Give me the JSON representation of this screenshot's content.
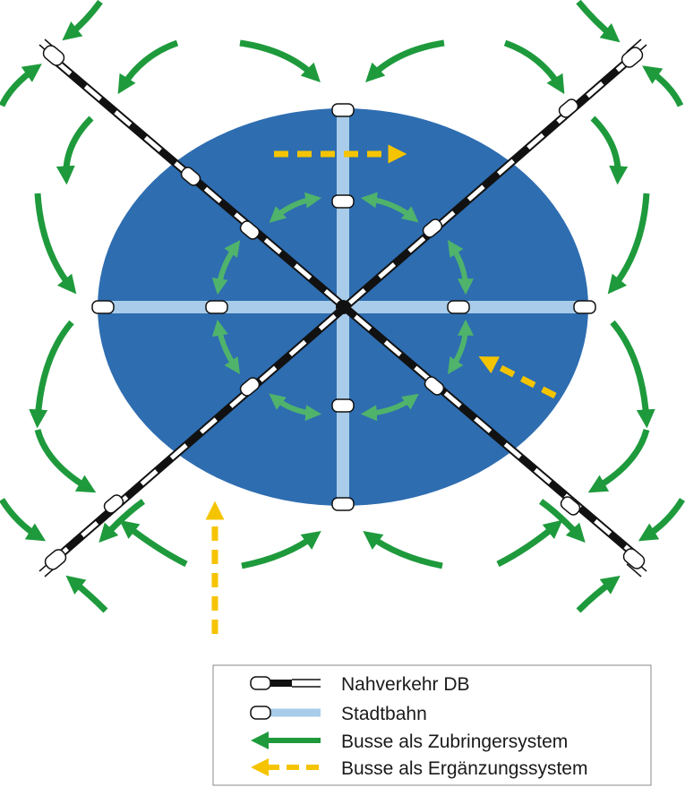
{
  "colors": {
    "city_area": "#2e6db0",
    "stadtbahn": "#a8cce9",
    "rail_dark": "#111111",
    "feeder_bus": "#1e9a3c",
    "feeder_bus_inner": "#4fb36b",
    "supplementary_bus": "#f5c400",
    "station_fill": "#ffffff"
  },
  "legend": {
    "items": [
      {
        "key": "nahverkehr-db",
        "label": "Nahverkehr DB",
        "icon": "rail-line-icon"
      },
      {
        "key": "stadtbahn",
        "label": "Stadtbahn",
        "icon": "light-rail-line-icon"
      },
      {
        "key": "zubringer",
        "label": "Busse als Zubringersystem",
        "icon": "green-arrow-icon"
      },
      {
        "key": "ergaenzung",
        "label": "Busse als Ergänzungssystem",
        "icon": "yellow-dashed-arrow-icon"
      }
    ]
  }
}
